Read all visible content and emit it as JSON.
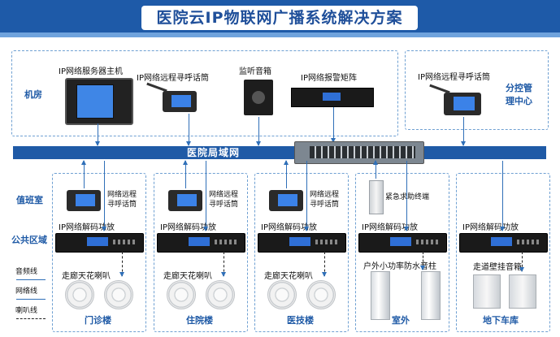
{
  "title": "医院云IP物联网广播系统解决方案",
  "top": {
    "room_label": "机房",
    "center_label_1": "分控管",
    "center_label_2": "理中心",
    "devices": {
      "server": "IP网络服务器主机",
      "remote_mic": "IP网络远程寻呼话筒",
      "monitor_speaker": "监听音箱",
      "alarm_matrix": "IP网络报警矩阵",
      "center_mic": "IP网络远程寻呼话筒"
    }
  },
  "lan_label": "医院局域网",
  "rows": {
    "duty_room": "值班室",
    "public_area": "公共区域"
  },
  "zones": [
    {
      "name": "门诊楼",
      "mic_label_1": "网络远程",
      "mic_label_2": "寻呼话筒",
      "amp": "IP网络解码功放",
      "speaker": "走廊天花喇叭"
    },
    {
      "name": "住院楼",
      "mic_label_1": "网络远程",
      "mic_label_2": "寻呼话筒",
      "amp": "IP网络解码功放",
      "speaker": "走廊天花喇叭"
    },
    {
      "name": "医技楼",
      "mic_label_1": "网络远程",
      "mic_label_2": "寻呼话筒",
      "amp": "IP网络解码功放",
      "speaker": "走廊天花喇叭"
    },
    {
      "name": "室外",
      "mic_label_1": "紧急求助终端",
      "mic_label_2": "",
      "amp": "IP网络解码功放",
      "speaker": "户外小功率防水音柱"
    },
    {
      "name": "地下车库",
      "mic_label_1": "",
      "mic_label_2": "",
      "amp": "IP网络解码功放",
      "speaker": "走道壁挂音箱"
    }
  ],
  "legend": {
    "audio": "音频线",
    "network": "网络线",
    "speaker": "喇叭线"
  },
  "colors": {
    "title_bg": "#1e5aa8",
    "accent": "#1f5aa6",
    "dash": "#6fa0d2",
    "network_line": "#2f6fb8",
    "speaker_line": "#222222"
  }
}
